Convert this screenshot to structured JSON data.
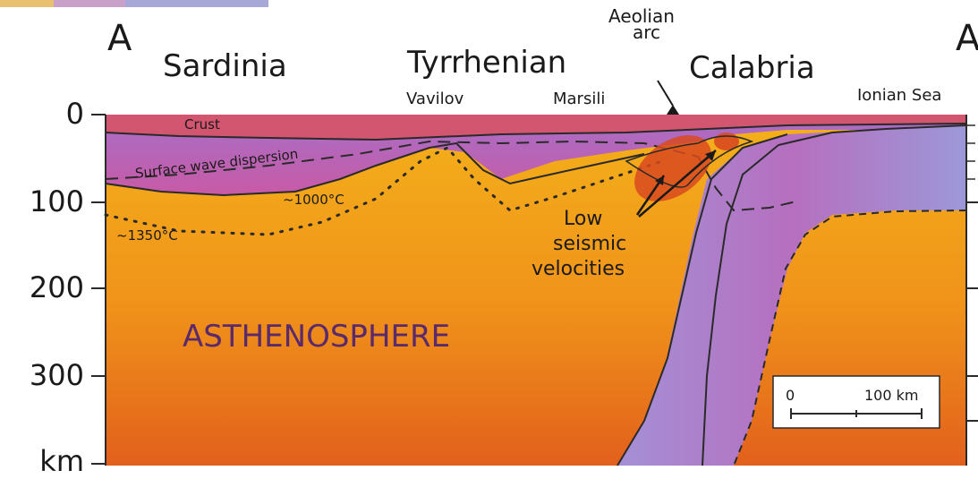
{
  "section_end_left": "A",
  "section_end_right": "A",
  "regions": {
    "sardinia": "Sardinia",
    "tyrrhenian": "Tyrrhenian",
    "calabria": "Calabria"
  },
  "features": {
    "aeolian_arc_line1": "Aeolian",
    "aeolian_arc_line2": "arc",
    "vavilov": "Vavilov",
    "marsili": "Marsili",
    "ionian_sea": "Ionian Sea",
    "crust": "Crust",
    "surface_wave": "Surface wave dispersion",
    "iso_1000": "~1000°C",
    "iso_1350": "~1350°C",
    "low_seismic_1": "Low",
    "low_seismic_2": "seismic",
    "low_seismic_3": "velocities",
    "asthenosphere": "ASTHENOSPHERE"
  },
  "depth_axis": {
    "ticks": [
      "0",
      "100",
      "200",
      "300",
      "km"
    ]
  },
  "scale_bar": {
    "start": "0",
    "end": "100 km"
  },
  "colors": {
    "asthenosphere_top": "#f2a516",
    "asthenosphere_bottom": "#e8641a",
    "lithosphere": "#c06cc0",
    "slab": "#9a8fd0",
    "crust": "#d04a6a",
    "low_velocity": "#d8441c"
  }
}
